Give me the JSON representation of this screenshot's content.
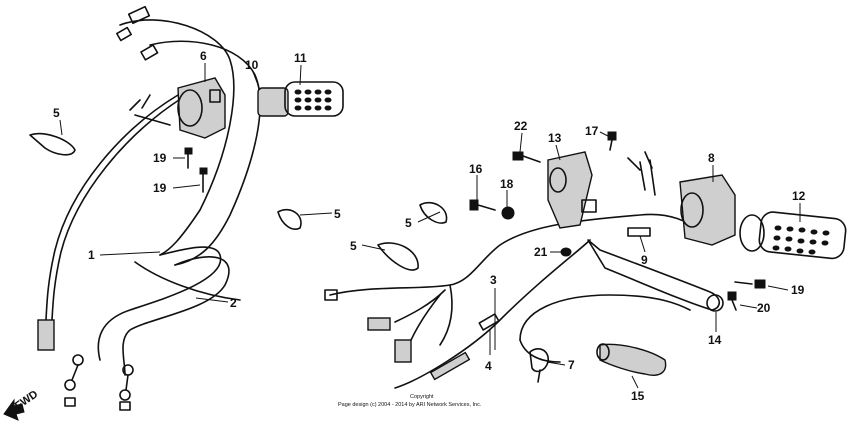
{
  "callouts": [
    {
      "id": "c1",
      "text": "1"
    },
    {
      "id": "c2",
      "text": "2"
    },
    {
      "id": "c3",
      "text": "3"
    },
    {
      "id": "c4",
      "text": "4"
    },
    {
      "id": "c5a",
      "text": "5"
    },
    {
      "id": "c5b",
      "text": "5"
    },
    {
      "id": "c5c",
      "text": "5"
    },
    {
      "id": "c5d",
      "text": "5"
    },
    {
      "id": "c6",
      "text": "6"
    },
    {
      "id": "c7",
      "text": "7"
    },
    {
      "id": "c8",
      "text": "8"
    },
    {
      "id": "c9",
      "text": "9"
    },
    {
      "id": "c10",
      "text": "10"
    },
    {
      "id": "c11",
      "text": "11"
    },
    {
      "id": "c12",
      "text": "12"
    },
    {
      "id": "c13",
      "text": "13"
    },
    {
      "id": "c14",
      "text": "14"
    },
    {
      "id": "c15",
      "text": "15"
    },
    {
      "id": "c16",
      "text": "16"
    },
    {
      "id": "c17",
      "text": "17"
    },
    {
      "id": "c18",
      "text": "18"
    },
    {
      "id": "c19a",
      "text": "19"
    },
    {
      "id": "c19b",
      "text": "19"
    },
    {
      "id": "c19c",
      "text": "19"
    },
    {
      "id": "c20",
      "text": "20"
    },
    {
      "id": "c21",
      "text": "21"
    },
    {
      "id": "c22",
      "text": "22"
    }
  ],
  "direction_label": "FWD",
  "copyright": {
    "line1": "Copyright",
    "line2": "Page design (c) 2004 - 2014 by ARI Network Services, Inc."
  }
}
